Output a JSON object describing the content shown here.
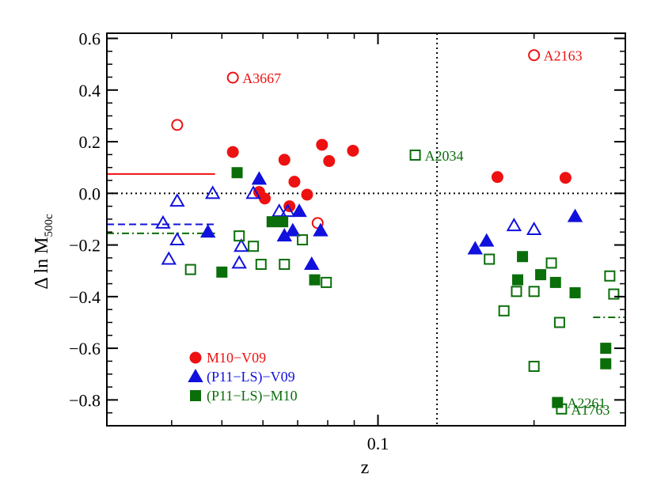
{
  "chart_data": {
    "type": "scatter",
    "xlabel": "z",
    "ylabel": "Δ ln M",
    "ylabel_sub": "500c",
    "xscale": "log",
    "xlim": [
      0.03,
      0.3
    ],
    "ylim": [
      -0.9,
      0.62
    ],
    "xticks": [
      {
        "value": 0.1,
        "label": "0.1"
      }
    ],
    "yticks": [
      {
        "value": 0.6,
        "label": "0.6"
      },
      {
        "value": 0.4,
        "label": "0.4"
      },
      {
        "value": 0.2,
        "label": "0.2"
      },
      {
        "value": 0.0,
        "label": "0.0"
      },
      {
        "value": -0.2,
        "label": "−0.2"
      },
      {
        "value": -0.4,
        "label": "−0.4"
      },
      {
        "value": -0.6,
        "label": "−0.6"
      },
      {
        "value": -0.8,
        "label": "−0.8"
      }
    ],
    "reference_lines": {
      "y_zero": 0.0,
      "x_split": 0.13
    },
    "legend_position": "bottom-left",
    "series": [
      {
        "name": "M10−V09",
        "color": "#ee1111",
        "marker": "circle",
        "filled": [
          [
            0.0525,
            0.16
          ],
          [
            0.059,
            0.005
          ],
          [
            0.0605,
            -0.02
          ],
          [
            0.066,
            0.13
          ],
          [
            0.0675,
            -0.05
          ],
          [
            0.069,
            0.045
          ],
          [
            0.073,
            -0.005
          ],
          [
            0.078,
            0.188
          ],
          [
            0.0805,
            0.125
          ],
          [
            0.0895,
            0.165
          ],
          [
            0.17,
            0.063
          ],
          [
            0.23,
            0.06
          ]
        ],
        "open": [
          [
            0.041,
            0.265
          ],
          [
            0.0765,
            -0.115
          ]
        ],
        "open_labeled": [
          [
            0.0525,
            0.448
          ],
          [
            0.2,
            0.535
          ]
        ]
      },
      {
        "name": "(P11−LS)−V09",
        "color": "#1111dd",
        "marker": "triangle",
        "filled": [
          [
            0.047,
            -0.15
          ],
          [
            0.059,
            0.055
          ],
          [
            0.066,
            -0.165
          ],
          [
            0.0685,
            -0.145
          ],
          [
            0.0705,
            -0.07
          ],
          [
            0.0745,
            -0.275
          ],
          [
            0.0775,
            -0.145
          ],
          [
            0.154,
            -0.215
          ],
          [
            0.162,
            -0.185
          ],
          [
            0.24,
            -0.09
          ]
        ],
        "open": [
          [
            0.0385,
            -0.115
          ],
          [
            0.0395,
            -0.255
          ],
          [
            0.041,
            -0.03
          ],
          [
            0.041,
            -0.18
          ],
          [
            0.048,
            0.0
          ],
          [
            0.054,
            -0.27
          ],
          [
            0.0545,
            -0.205
          ],
          [
            0.0575,
            0.0
          ],
          [
            0.0645,
            -0.07
          ],
          [
            0.067,
            -0.07
          ],
          [
            0.183,
            -0.125
          ],
          [
            0.2,
            -0.14
          ]
        ]
      },
      {
        "name": "(P11−LS)−M10",
        "color": "#0a6e0a",
        "marker": "square",
        "filled": [
          [
            0.05,
            -0.305
          ],
          [
            0.0535,
            0.08
          ],
          [
            0.0625,
            -0.11
          ],
          [
            0.0655,
            -0.11
          ],
          [
            0.0755,
            -0.335
          ],
          [
            0.186,
            -0.335
          ],
          [
            0.19,
            -0.245
          ],
          [
            0.206,
            -0.315
          ],
          [
            0.22,
            -0.345
          ],
          [
            0.24,
            -0.385
          ],
          [
            0.275,
            -0.6
          ],
          [
            0.275,
            -0.66
          ]
        ],
        "open": [
          [
            0.0435,
            -0.295
          ],
          [
            0.054,
            -0.165
          ],
          [
            0.0575,
            -0.205
          ],
          [
            0.0595,
            -0.275
          ],
          [
            0.066,
            -0.275
          ],
          [
            0.0715,
            -0.18
          ],
          [
            0.0795,
            -0.345
          ],
          [
            0.164,
            -0.255
          ],
          [
            0.175,
            -0.455
          ],
          [
            0.185,
            -0.38
          ],
          [
            0.2,
            -0.38
          ],
          [
            0.2,
            -0.67
          ],
          [
            0.216,
            -0.27
          ],
          [
            0.224,
            -0.5
          ],
          [
            0.28,
            -0.32
          ],
          [
            0.285,
            -0.39
          ]
        ],
        "open_labeled": [
          [
            0.118,
            0.148
          ]
        ],
        "filled_labeled": [
          [
            0.222,
            -0.81
          ]
        ],
        "open_labeled_2": [
          [
            0.226,
            -0.835
          ]
        ]
      }
    ],
    "annotations": [
      {
        "text": "A3667",
        "color": "#ee1111",
        "at": [
          0.0525,
          0.448
        ]
      },
      {
        "text": "A2163",
        "color": "#ee1111",
        "at": [
          0.2,
          0.535
        ]
      },
      {
        "text": "A2034",
        "color": "#0a6e0a",
        "at": [
          0.118,
          0.148
        ]
      },
      {
        "text": "A2261",
        "color": "#0a6e0a",
        "at": [
          0.222,
          -0.81
        ]
      },
      {
        "text": "A1763",
        "color": "#0a6e0a",
        "at": [
          0.226,
          -0.835
        ]
      }
    ],
    "mean_markers": [
      {
        "series": "M10−V09",
        "y": 0.075,
        "side": "left",
        "style": "solid"
      },
      {
        "series": "(P11−LS)−V09",
        "y": -0.12,
        "side": "left",
        "style": "dashed"
      },
      {
        "series": "(P11−LS)−M10",
        "y": -0.155,
        "side": "left",
        "style": "dashdot"
      },
      {
        "series": "(P11−LS)−M10",
        "y": -0.48,
        "side": "right",
        "style": "dashdot"
      }
    ]
  }
}
